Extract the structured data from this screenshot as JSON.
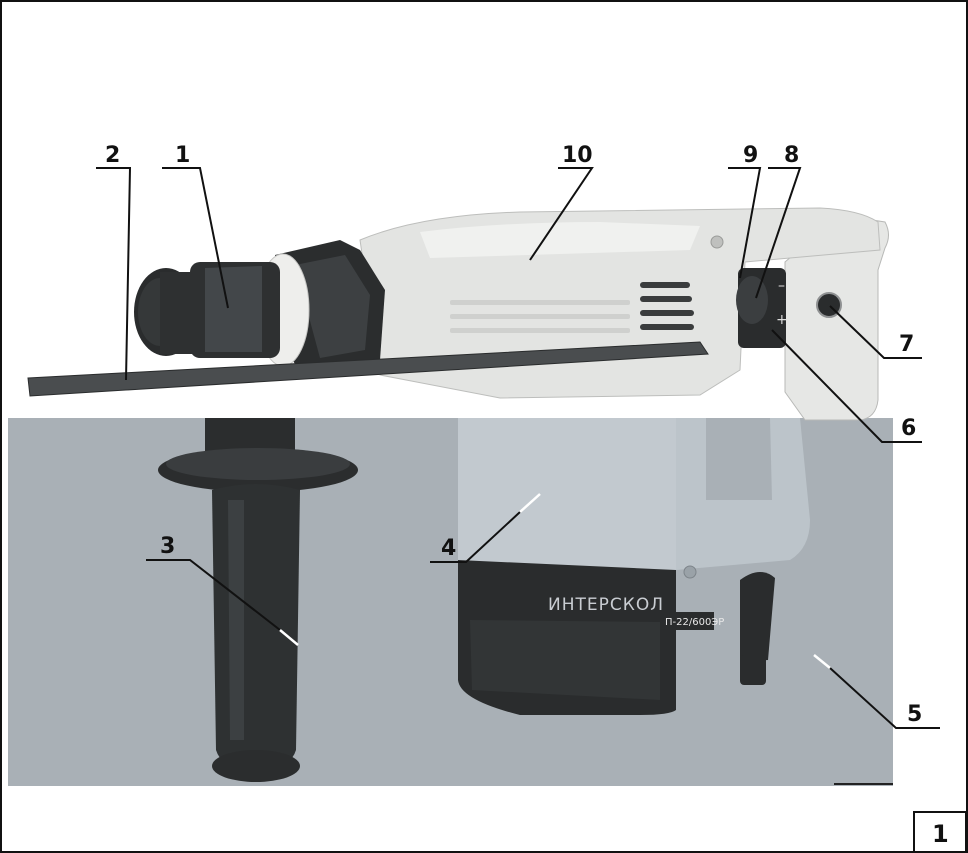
{
  "figure_number": "1",
  "brand_text": "ИНТЕРСКОЛ",
  "model_text": "П-22/600ЭР",
  "switch_symbols": {
    "minus": "–",
    "plus": "+"
  },
  "callouts": [
    {
      "id": "1",
      "label": "1"
    },
    {
      "id": "2",
      "label": "2"
    },
    {
      "id": "3",
      "label": "3"
    },
    {
      "id": "4",
      "label": "4"
    },
    {
      "id": "5",
      "label": "5"
    },
    {
      "id": "6",
      "label": "6"
    },
    {
      "id": "7",
      "label": "7"
    },
    {
      "id": "8",
      "label": "8"
    },
    {
      "id": "9",
      "label": "9"
    },
    {
      "id": "10",
      "label": "10"
    }
  ],
  "colors": {
    "frame": "#111111",
    "background": "#ffffff",
    "lower_panel": "#a9b0b6",
    "tool_body": "#e3e4e2",
    "dark_parts": "#2b2d2e"
  }
}
